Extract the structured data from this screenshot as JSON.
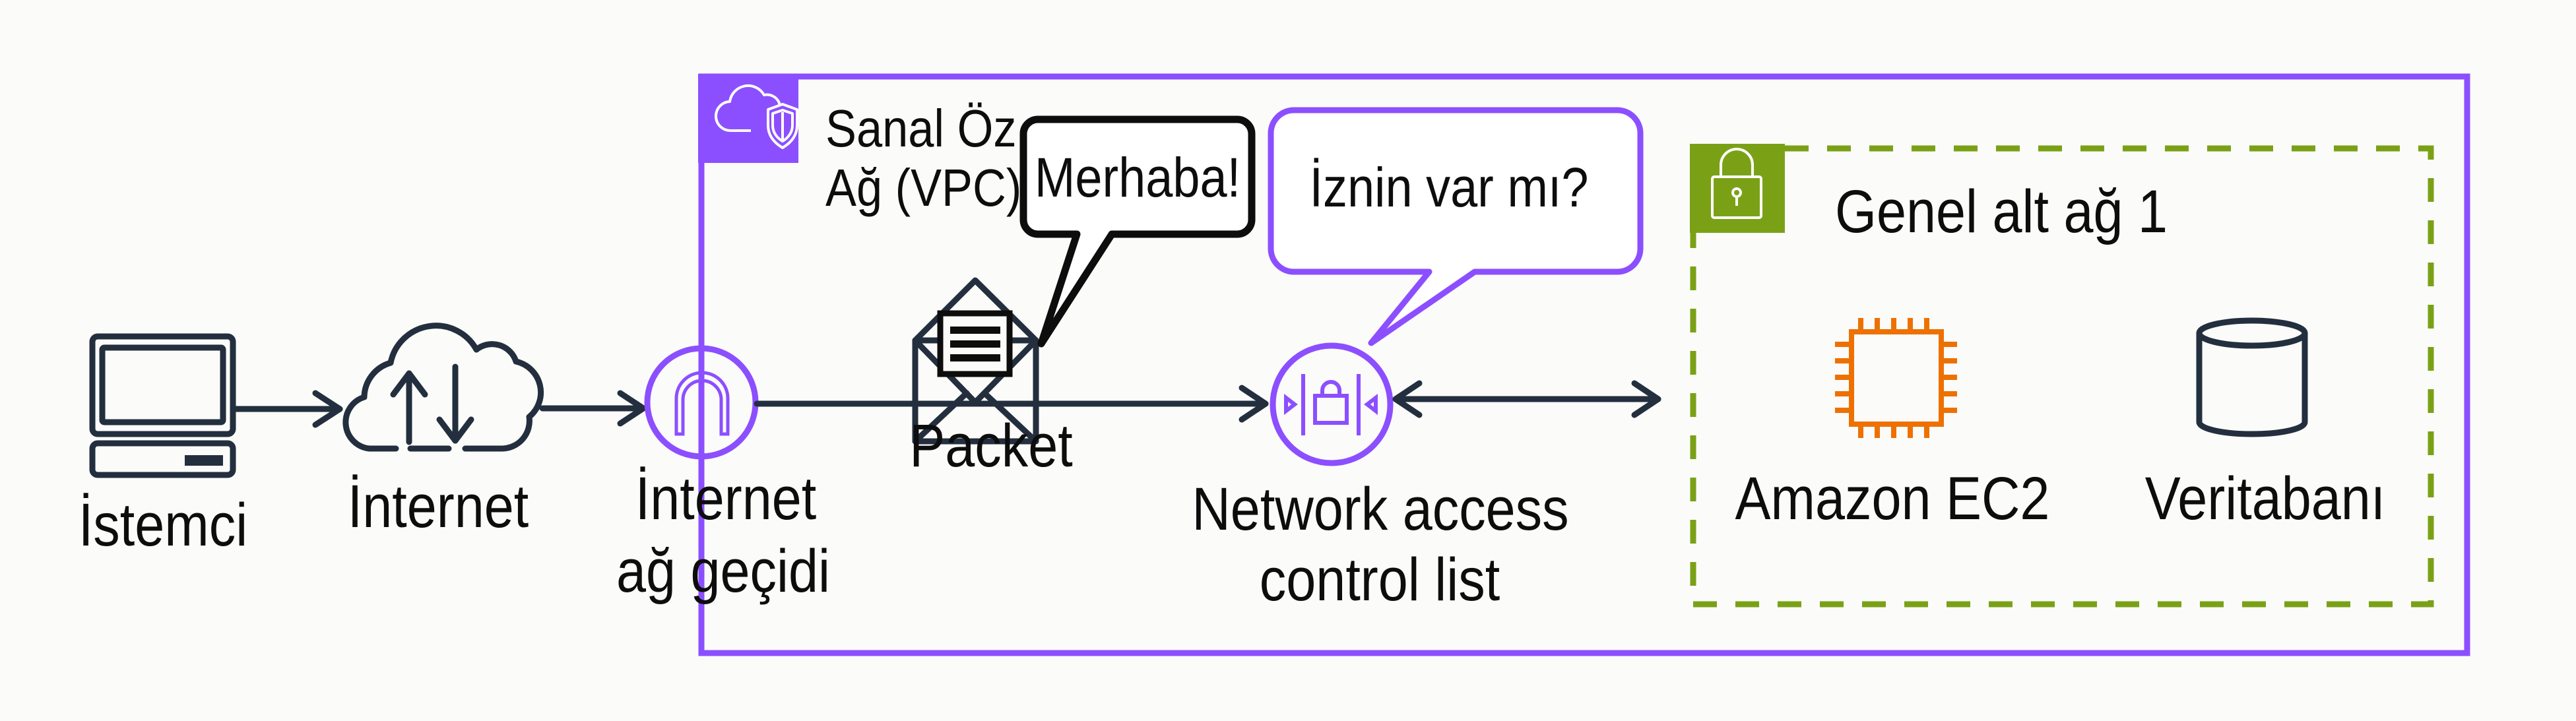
{
  "colors": {
    "vpc_purple": "#8C4FFF",
    "subnet_green": "#7AA116",
    "ec2_orange": "#ED7100",
    "ink": "#232F3E",
    "text": "#0D0D0D",
    "background": "#FBFBF9"
  },
  "nodes": {
    "client": {
      "label": "İstemci",
      "icon": "desktop-computer-icon"
    },
    "internet": {
      "label": "İnternet",
      "icon": "cloud-upload-download-icon"
    },
    "internet_gateway": {
      "label_line1": "İnternet",
      "label_line2": "ağ geçidi",
      "icon": "internet-gateway-icon"
    },
    "packet": {
      "label": "Packet",
      "icon": "open-envelope-icon"
    },
    "nacl": {
      "label_line1": "Network access",
      "label_line2": "control list",
      "icon": "network-acl-icon"
    },
    "ec2": {
      "label": "Amazon EC2",
      "icon": "ec2-chip-icon"
    },
    "database": {
      "label": "Veritabanı",
      "icon": "database-cylinder-icon"
    }
  },
  "groups": {
    "vpc": {
      "title_line1": "Sanal Öz",
      "title_line2": "Ağ (VPC)",
      "icon": "vpc-cloud-shield-icon"
    },
    "public_subnet": {
      "title": "Genel alt ağ 1",
      "icon": "padlock-icon"
    }
  },
  "callouts": {
    "packet_speech": "Merhaba!",
    "nacl_speech": "İznin var mı?"
  },
  "connections": [
    {
      "from": "client",
      "to": "internet",
      "direction": "forward"
    },
    {
      "from": "internet",
      "to": "internet_gateway",
      "direction": "forward"
    },
    {
      "from": "internet_gateway",
      "to": "nacl",
      "direction": "forward"
    },
    {
      "from": "nacl",
      "to": "public_subnet",
      "direction": "bidirectional"
    }
  ]
}
